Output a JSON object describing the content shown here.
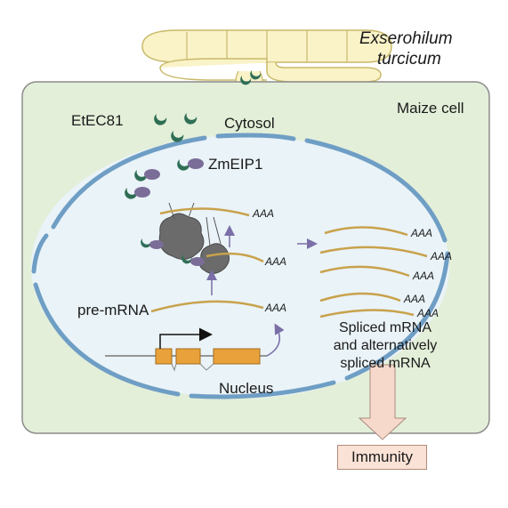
{
  "labels": {
    "pathogen_line1": "Exserohilum",
    "pathogen_line2": "turcicum",
    "maize_cell": "Maize cell",
    "effector": "EtEC81",
    "cytosol": "Cytosol",
    "host_protein": "ZmEIP1",
    "pre_mrna": "pre-mRNA",
    "spliced_line1": "Spliced mRNA",
    "spliced_line2": "and alternatively",
    "spliced_line3": "spliced mRNA",
    "nucleus": "Nucleus",
    "immunity": "Immunity",
    "poly_a": "AAA"
  },
  "colors": {
    "cell_fill": "#e3efd9",
    "cell_border": "#8c8c8c",
    "nucleus_fill": "#eaf3f8",
    "nuclear_envelope": "#6f9ec5",
    "hypha_fill": "#faf3c8",
    "hypha_stroke": "#c9b96a",
    "effector_color": "#2f6e55",
    "zmeip1_color": "#7a6d98",
    "spliceosome_color": "#6b6b6b",
    "mrna_color": "#c8a24c",
    "exon_color": "#e9a23b",
    "arrow_color": "#7b6fa8",
    "immunity_fill": "#fbe2d6"
  }
}
